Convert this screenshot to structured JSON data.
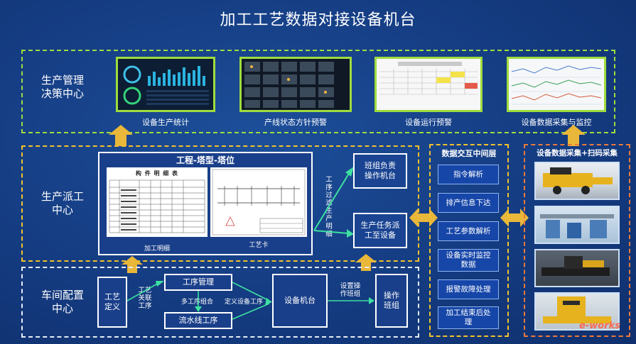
{
  "title": "加工工艺数据对接设备机台",
  "sections": {
    "decision": "生产管理\n决策中心",
    "dispatch": "生产派工\n中心",
    "workshop": "车间配置\n中心"
  },
  "decision_items": [
    {
      "caption": "设备生产统计",
      "icon": "dashboard-thumbnail"
    },
    {
      "caption": "产线状态方针预警",
      "icon": "monitor-grid-thumbnail"
    },
    {
      "caption": "设备运行预警",
      "icon": "spreadsheet-thumbnail"
    },
    {
      "caption": "设备数据采集与监控",
      "icon": "chart-thumbnail"
    }
  ],
  "dispatch_panel": {
    "header": "工程-塔型-塔位",
    "left_caption": "加工明细",
    "right_caption": "工艺卡",
    "detail_table_title": "构 件 明 细 表"
  },
  "dispatch_boxes": {
    "team": "班组负责\n操作机台",
    "task": "生产任务派\n工至设备",
    "vertical_label": "工序过滤生产明细"
  },
  "middle_layer": {
    "title": "数据交互中间层",
    "items": [
      "指令解析",
      "排产信息下达",
      "工艺参数解析",
      "设备实时监控\n数据",
      "报警故障处理",
      "加工结束后处\n理"
    ]
  },
  "collect": {
    "title": "设备数据采集+扫码采集"
  },
  "workshop": {
    "process_def": "工艺\n定义",
    "process_link": "工艺\n关联\n工序",
    "process_mgmt": "工序管理",
    "multi_combo": "多工序组合",
    "define_device": "定义设备工序",
    "flow_line": "流水线工序",
    "device_machine": "设备机台",
    "set_team": "设置操\n作班组",
    "operator_team": "操作\n班组"
  },
  "watermark": "e-works",
  "colors": {
    "green": "#9fdc3e",
    "yellow": "#f3c22a",
    "orange": "#ef7a3a",
    "arrow": "#e9b73a"
  }
}
